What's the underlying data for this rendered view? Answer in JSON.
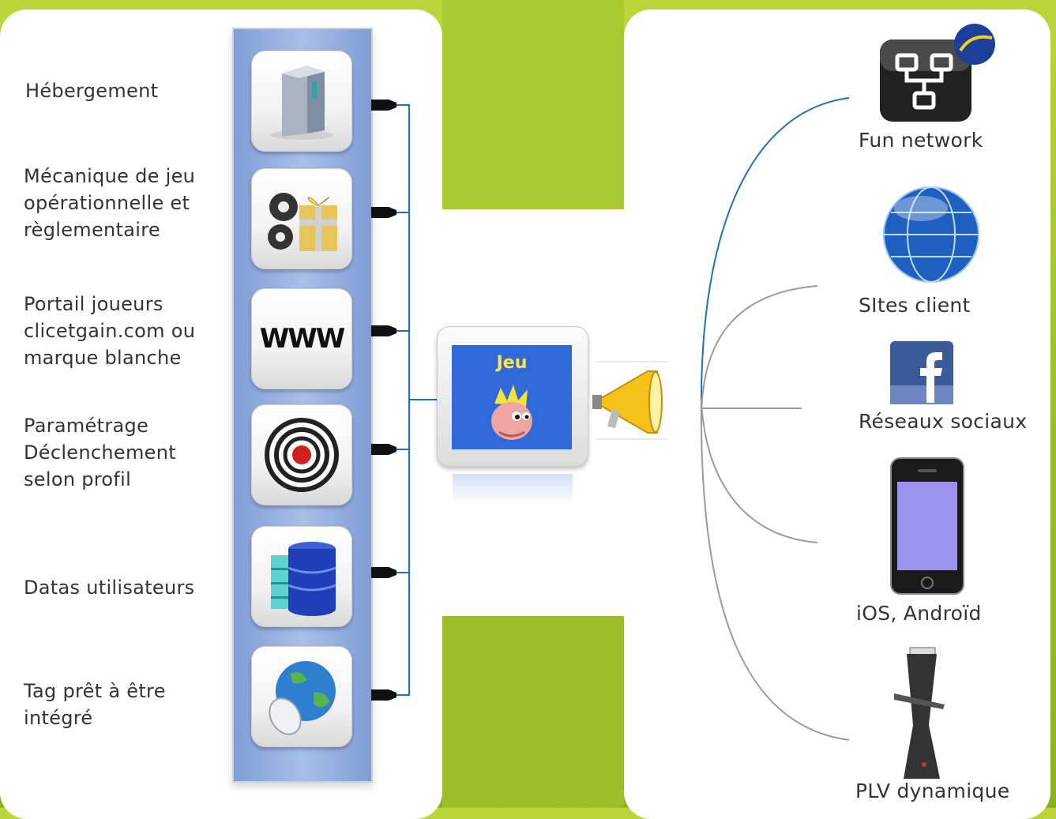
{
  "left_labels": [
    {
      "lines": [
        "Hébergement"
      ]
    },
    {
      "lines": [
        "Mécanique de jeu",
        "opérationnelle et",
        "règlementaire"
      ]
    },
    {
      "lines": [
        "Portail joueurs",
        "clicetgain.com ou",
        "marque blanche"
      ]
    },
    {
      "lines": [
        "Paramétrage",
        "Déclenchement",
        "selon profil"
      ]
    },
    {
      "lines": [
        "Datas utilisateurs"
      ]
    },
    {
      "lines": [
        "Tag prêt à être",
        "intégré"
      ]
    }
  ],
  "center": {
    "title": "Jeu"
  },
  "www_text": "WWW",
  "right_labels": [
    "Fun network",
    "SItes client",
    "Réseaux sociaux",
    "iOS, Androïd",
    "PLV dynamique"
  ],
  "colors": {
    "background": "#a5c32a",
    "column": "#8fa9dd",
    "connector_blue": "#1f6fc0",
    "connector_gray": "#9a9a9a",
    "jeu_screen": "#2f6ad8"
  }
}
